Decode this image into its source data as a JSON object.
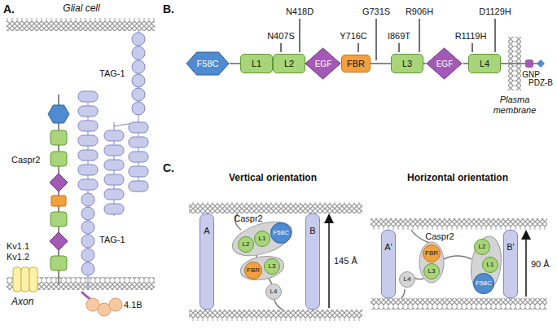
{
  "diagram": {
    "nodes": [
      {
        "text": [
          "F58C"
        ]
      },
      {
        "text": [
          "L1"
        ]
      },
      {
        "text": [
          "L2"
        ]
      },
      {
        "text": [
          "EGF"
        ]
      },
      {
        "text": [
          "FBR"
        ]
      },
      {
        "text": [
          "L3"
        ]
      },
      {
        "text": [
          "EGF"
        ]
      },
      {
        "text": [
          "L4"
        ]
      },
      {
        "text": [
          "A"
        ]
      },
      {
        "text": [
          "B"
        ]
      },
      {
        "text": [
          "L2"
        ]
      },
      {
        "text": [
          "L1"
        ]
      },
      {
        "text": [
          "F58C"
        ]
      },
      {
        "text": [
          "FBR"
        ]
      },
      {
        "text": [
          "L3"
        ]
      },
      {
        "text": [
          "L4"
        ]
      },
      {
        "text": [
          "A'"
        ]
      },
      {
        "text": [
          "B'"
        ]
      },
      {
        "text": [
          "L4"
        ]
      },
      {
        "text": [
          "FBR"
        ]
      },
      {
        "text": [
          "L3"
        ]
      },
      {
        "text": [
          "L2"
        ]
      },
      {
        "text": [
          "L1"
        ]
      },
      {
        "text": [
          "F58C"
        ]
      }
    ],
    "edges": [
      {
        "from": 0,
        "to": 1,
        "arrow": "none"
      },
      {
        "from": 1,
        "to": 2,
        "arrow": "none"
      },
      {
        "from": 2,
        "to": 3,
        "arrow": "none"
      },
      {
        "from": 3,
        "to": 4,
        "arrow": "none"
      },
      {
        "from": 4,
        "to": 5,
        "arrow": "none"
      },
      {
        "from": 5,
        "to": 6,
        "arrow": "none"
      },
      {
        "from": 6,
        "to": 7,
        "arrow": "none"
      }
    ],
    "labels": [
      "A.",
      "Glial cell",
      "TAG-1",
      "Caspr2",
      "Kv1.1",
      "Kv1.2",
      "TAG-1",
      "Axon",
      "4.1B",
      "B.",
      "N418D",
      "N407S",
      "G731S",
      "Y716C",
      "R906H",
      "I869T",
      "D1129H",
      "R1119H",
      "GNP",
      "PDZ-B",
      "Plasma membrane",
      "C.",
      "Vertical orientation",
      "Caspr2",
      "145 Å",
      "Horizontal orientation",
      "Caspr2",
      "90 Å"
    ]
  }
}
